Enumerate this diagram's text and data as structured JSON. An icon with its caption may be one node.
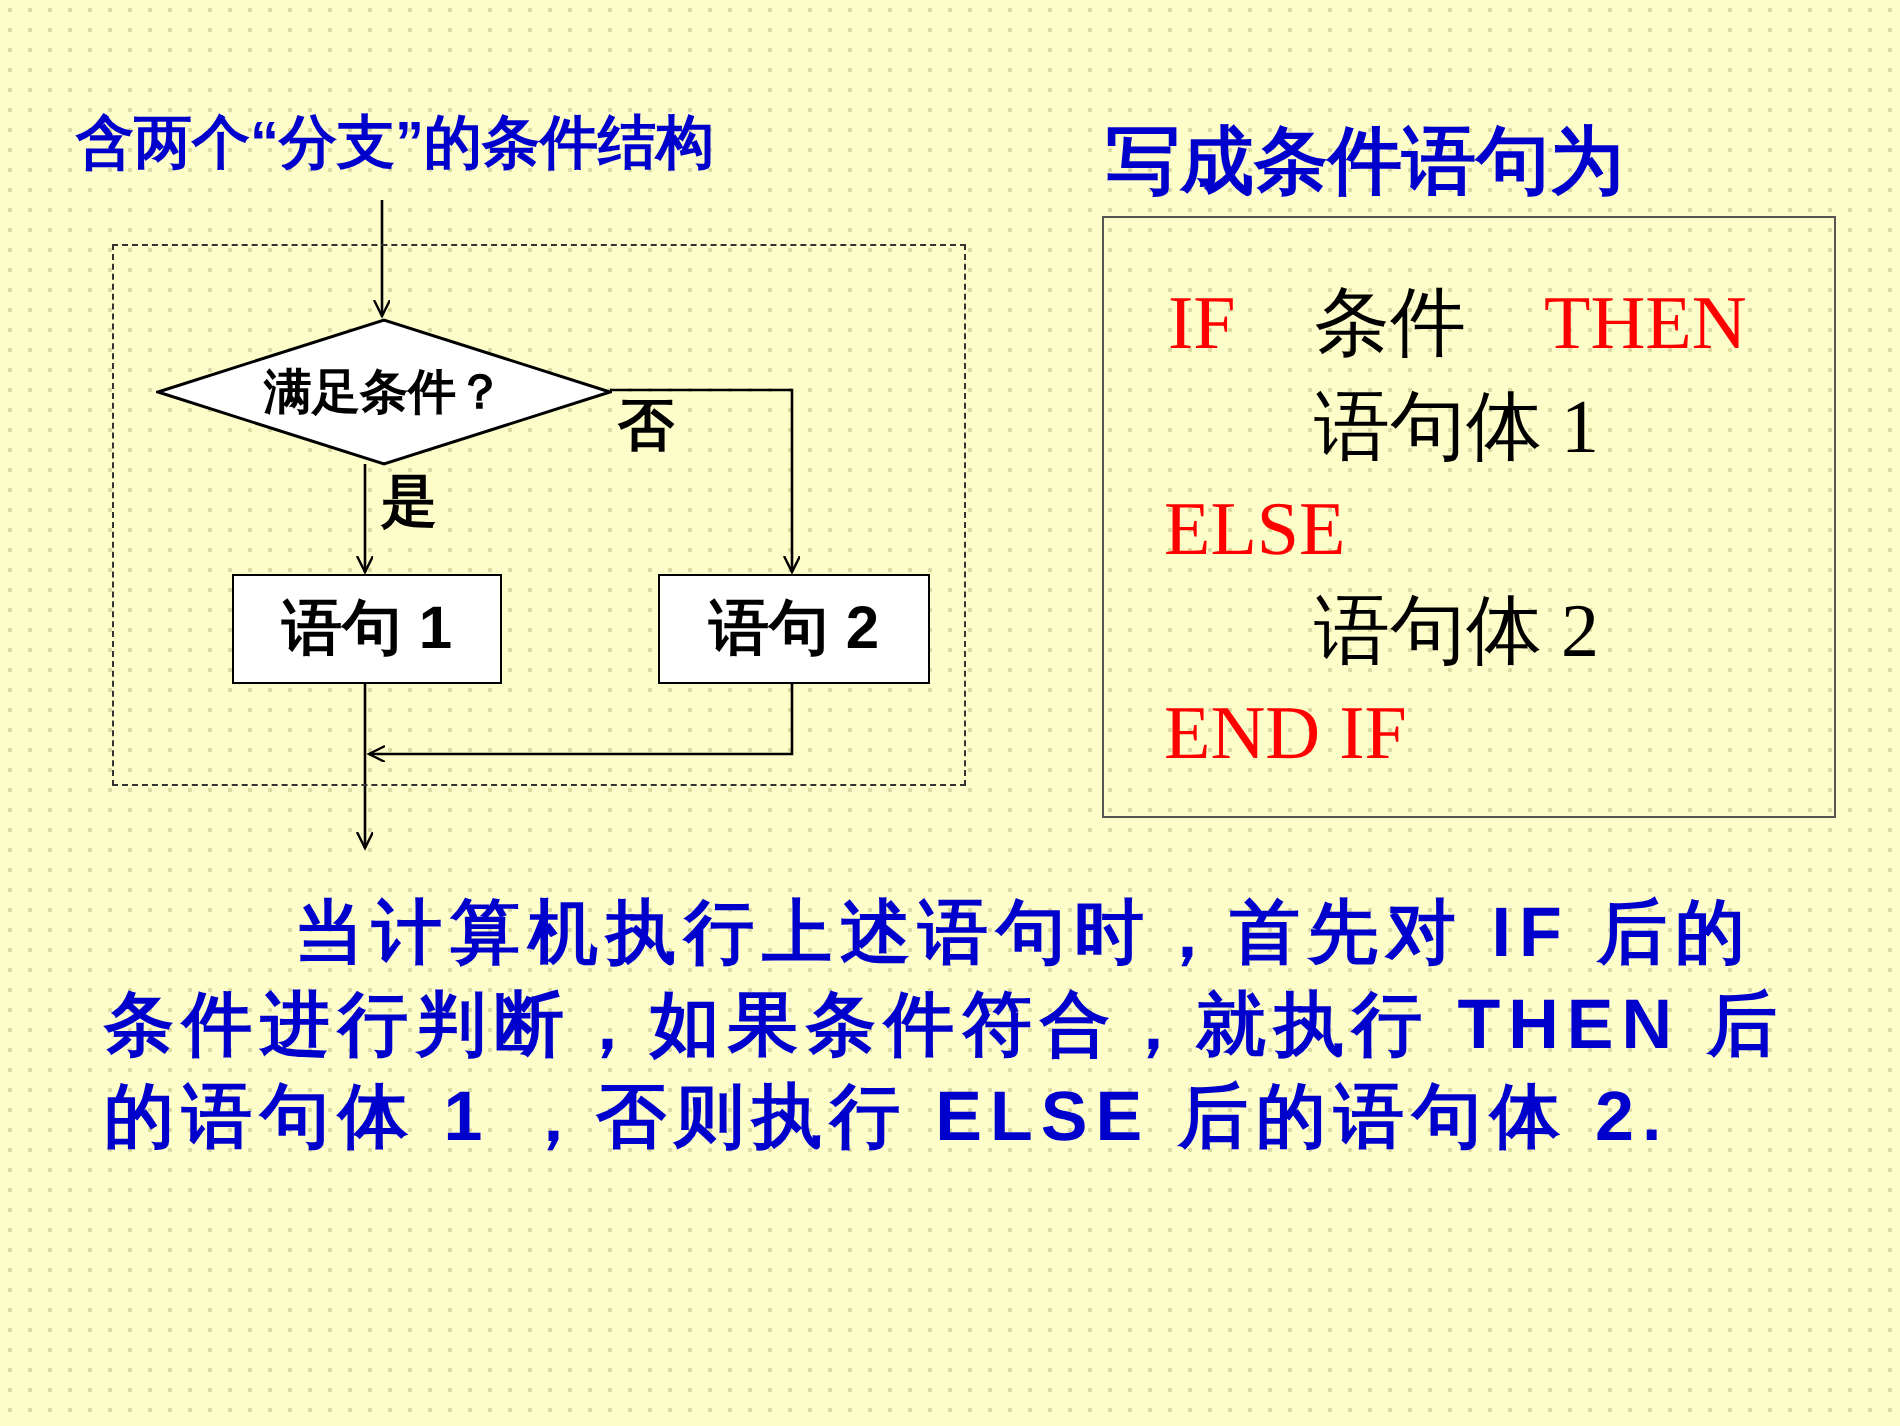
{
  "diagram": {
    "nodes": [
      {
        "text": [],
        "shape": "box"
      },
      {
        "text": [
          "满足条件？"
        ],
        "in": 0
      },
      {
        "text": [
          "语句 1"
        ],
        "in": 0
      },
      {
        "text": [
          "语句 2"
        ],
        "in": 0
      },
      {
        "text": [
          "IF",
          "条件",
          "THEN",
          "语句体 1",
          "ELSE",
          "语句体 2",
          "END IF"
        ],
        "beside": [
          "写成条件语句为"
        ]
      }
    ],
    "edges": [
      {
        "from": null,
        "to": 1,
        "arrow": "to"
      },
      {
        "from": 1,
        "to": 2,
        "arrow": "to",
        "label": "是"
      },
      {
        "from": 1,
        "to": 3,
        "arrow": "to",
        "label": "否"
      },
      {
        "from": 2,
        "to": null,
        "arrow": "to"
      },
      {
        "from": 3,
        "to": null,
        "arrow": "to"
      }
    ],
    "labels": [
      "含两个“分支”的条件结构",
      "当计算机执行上述语句时，首先对 IF 后的条件进行判断，如果条件符合，就执行 THEN 后的语句体 1 ，否则执行 ELSE 后的语句体 2."
    ]
  }
}
